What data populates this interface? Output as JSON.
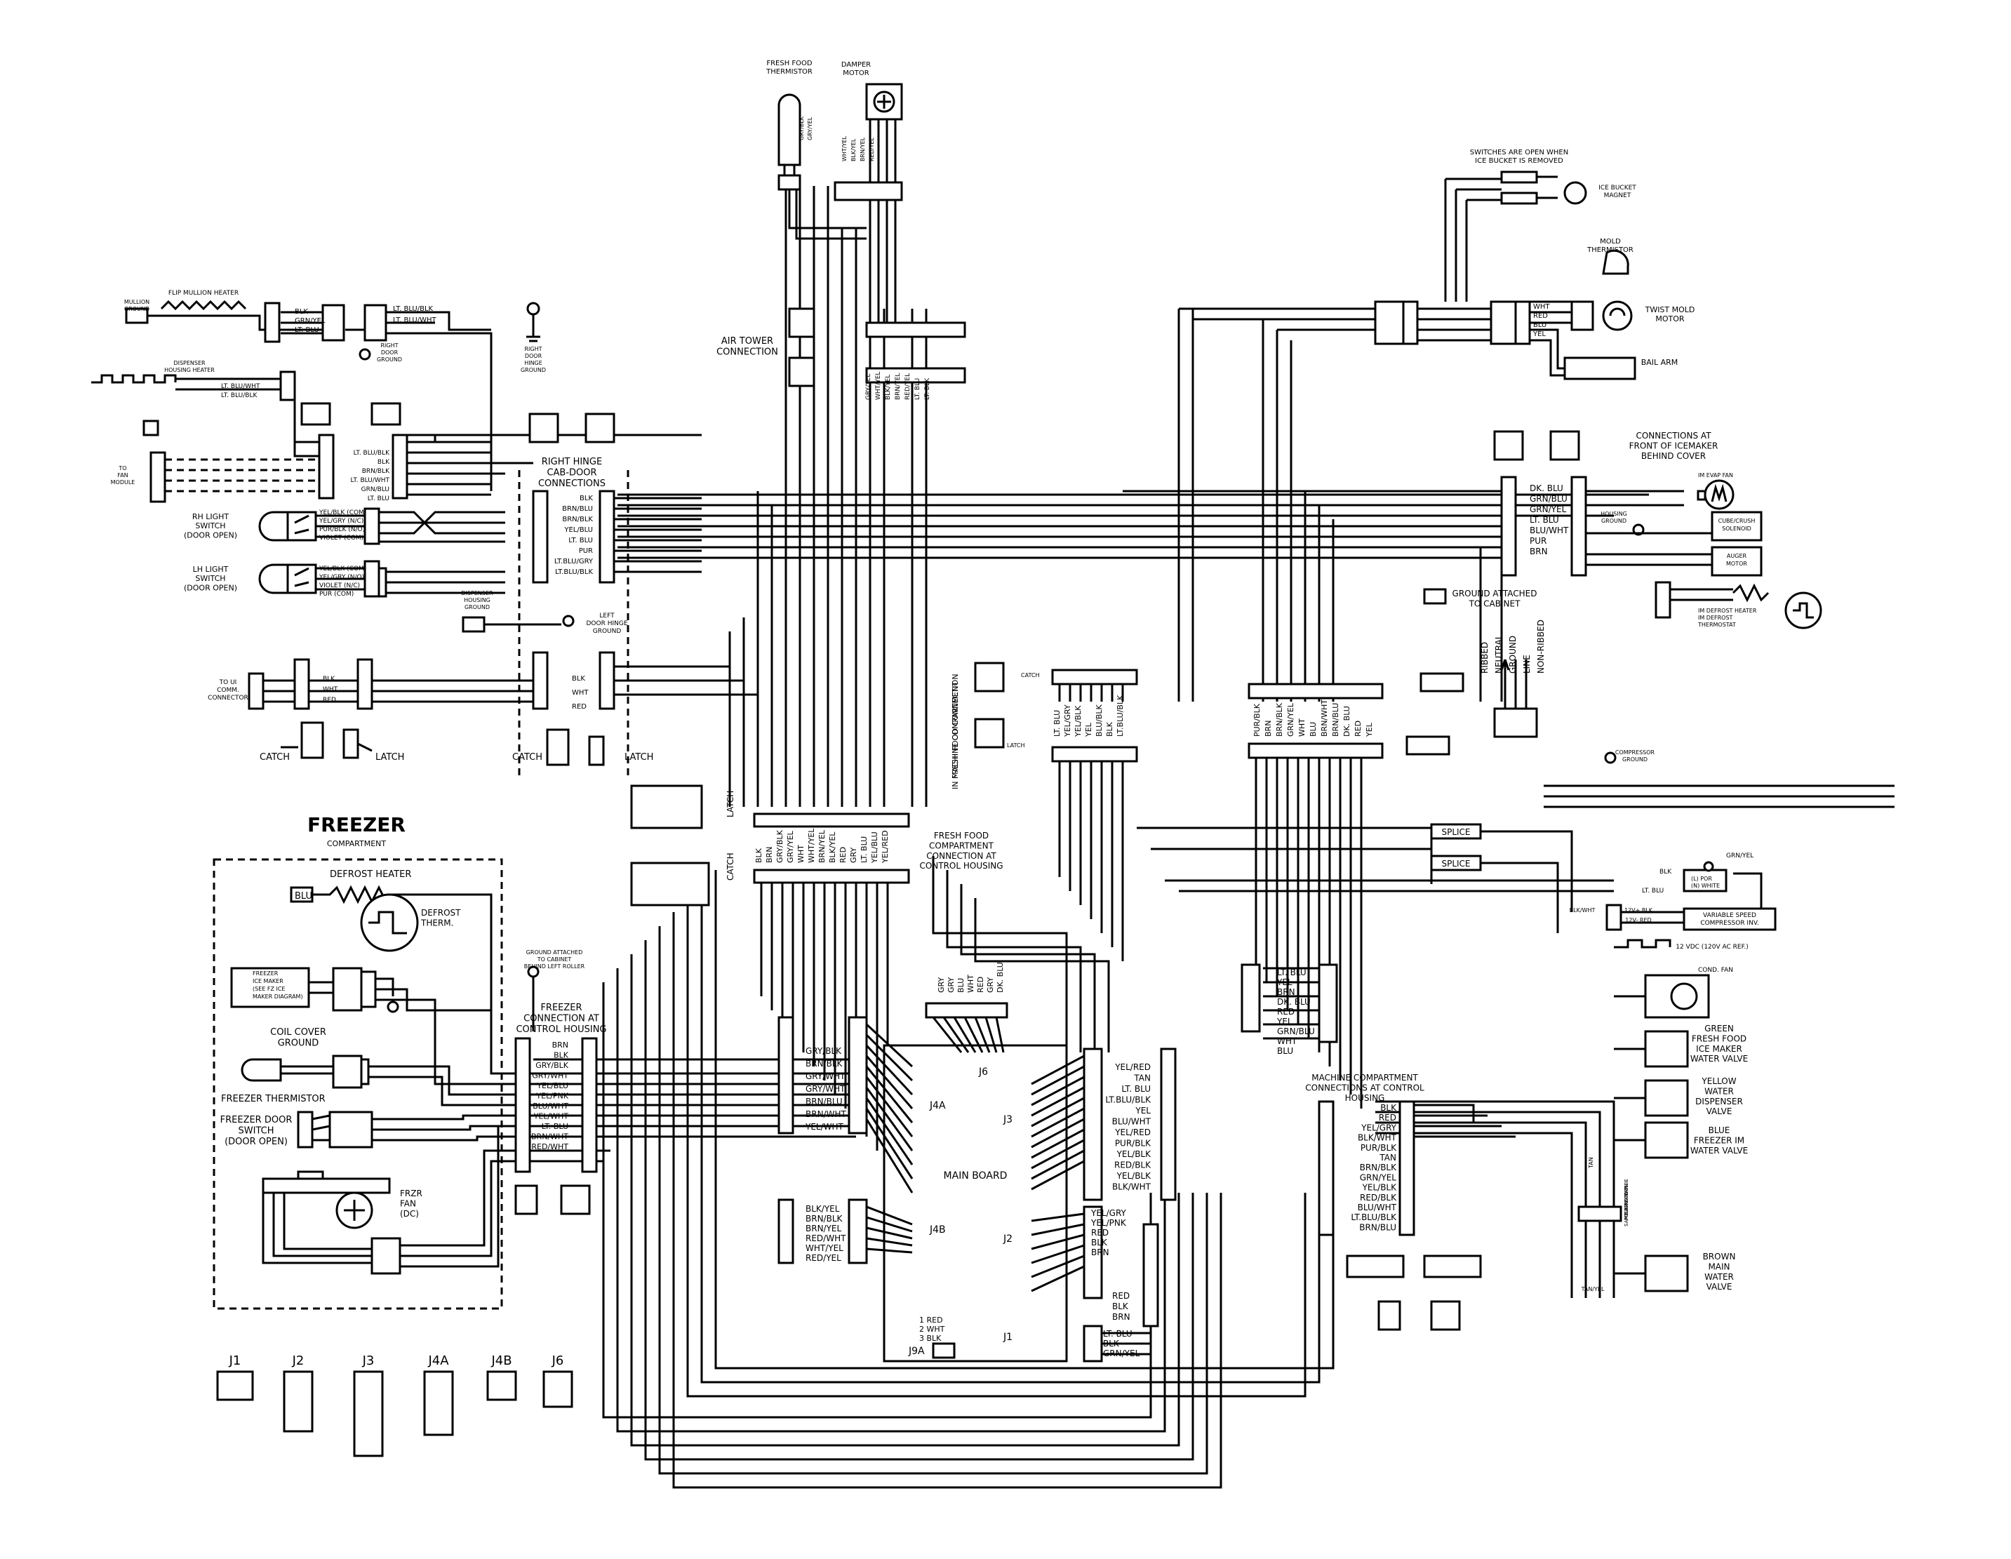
{
  "freezer": {
    "title": "FREEZER",
    "subtitle": "COMPARTMENT",
    "defrost_heater": "DEFROST HEATER",
    "defrost_therm": [
      "DEFROST",
      "THERM."
    ],
    "ice_maker": [
      "FREEZER",
      "ICE MAKER",
      "(SEE FZ ICE",
      "MAKER DIAGRAM)"
    ],
    "coil_ground": [
      "COIL COVER",
      "GROUND"
    ],
    "thermistor": "FREEZER THERMISTOR",
    "door_switch": [
      "FREEZER DOOR",
      "SWITCH",
      "(DOOR OPEN)"
    ],
    "fan": [
      "FRZR",
      "FAN",
      "(DC)"
    ],
    "blu": "BLU"
  },
  "freezer_conn": {
    "title": [
      "FREEZER",
      "CONNECTION AT",
      "CONTROL HOUSING"
    ],
    "wires": [
      "BRN",
      "BLK",
      "GRY/BLK",
      "GRY/WHT",
      "YEL/BLU",
      "YEL/PNK",
      "BLU/WHT",
      "YEL/WHT",
      "LT. BLU",
      "BRN/WHT",
      "RED/WHT"
    ],
    "ground_note": [
      "GROUND ATTACHED",
      "TO CABINET",
      "BEHIND LEFT ROLLER"
    ]
  },
  "main_board": {
    "title": "MAIN BOARD",
    "j4a": [
      "GRY/BLK",
      "BRN/BLK",
      "GRY/WHT",
      "GRY/WHT",
      "BRN/BLU",
      "BRN/WHT",
      "YEL/WHT"
    ],
    "j4b": [
      "BLK/YEL",
      "BRN/BLK",
      "BRN/YEL",
      "RED/WHT",
      "WHT/YEL",
      "RED/YEL"
    ],
    "j3": [
      "YEL/RED",
      "TAN",
      "LT. BLU",
      "LT.BLU/BLK",
      "YEL",
      "BLU/WHT",
      "YEL/RED",
      "PUR/BLK",
      "YEL/BLK",
      "RED/BLK",
      "YEL/BLK",
      "BLK/WHT"
    ],
    "j2": [
      "YEL/GRY",
      "YEL/PNK",
      "RED",
      "BLK",
      "BRN"
    ],
    "j1": [
      "LT. BLU",
      "BLK",
      "GRN/YEL"
    ],
    "j6": [
      "GRY",
      "GRY",
      "BLU",
      "WHT",
      "RED",
      "GRY",
      "DK. BLU"
    ],
    "j9a": [
      "1 RED",
      "2 WHT",
      "3 BLK"
    ],
    "labels": [
      "J4A",
      "J4B",
      "J3",
      "J2",
      "J1",
      "J6",
      "J9A"
    ]
  },
  "connector_keys": [
    "J1",
    "J2",
    "J3",
    "J4A",
    "J4B",
    "J6"
  ],
  "top_left": {
    "mullion": [
      "MULLION",
      "GROUND"
    ],
    "flip_heater": "FLIP MULLION HEATER",
    "heater_wires": [
      "BLK",
      "GRN/YEL",
      "LT. BLU"
    ],
    "hinge_wires": [
      "LT. BLU/BLK",
      "LT. BLU/WHT"
    ],
    "right_door_ground": [
      "RIGHT",
      "DOOR",
      "GROUND"
    ],
    "right_hinge_ground": [
      "RIGHT",
      "DOOR",
      "HINGE",
      "GROUND"
    ],
    "dispenser_heater": [
      "DISPENSER",
      "HOUSING HEATER"
    ],
    "disp_wires": [
      "LT. BLU/WHT",
      "LT. BLU/BLK"
    ],
    "to_fan": [
      "TO",
      "FAN",
      "MODULE"
    ],
    "fan_wires": [
      "LT. BLU/BLK",
      "BLK",
      "BRN/BLK",
      "LT. BLU/WHT",
      "GRN/BLU",
      "LT. BLU"
    ],
    "rh_light": [
      "RH LIGHT",
      "SWITCH",
      "(DOOR OPEN)"
    ],
    "rh_wires": [
      "YEL/BLK (COM)",
      "YEL/GRY (N/C)",
      "PUR/BLK (N/O)",
      "VIOLET (COM)"
    ],
    "lh_light": [
      "LH LIGHT",
      "SWITCH",
      "(DOOR OPEN)"
    ],
    "lh_wires": [
      "YEL/BLK (COM)",
      "YEL/GRY (N/O)",
      "VIOLET (N/C)",
      "PUR (COM)"
    ],
    "dispenser_ground": [
      "DISPENSER",
      "HOUSING",
      "GROUND"
    ],
    "to_ui": [
      "TO UI",
      "COMM.",
      "CONNECTOR"
    ],
    "ui_wires": [
      "BLK",
      "WHT",
      "RED"
    ]
  },
  "hinge": {
    "title": [
      "RIGHT HINGE",
      "CAB-DOOR",
      "CONNECTIONS"
    ],
    "wires": [
      "BLK",
      "BRN/BLU",
      "BRN/BLK",
      "YEL/BLU",
      "LT. BLU",
      "PUR",
      "LT.BLU/GRY",
      "LT.BLU/BLK"
    ],
    "lower_wires": [
      "BLK",
      "WHT",
      "RED"
    ],
    "left_hinge": [
      "LEFT",
      "DOOR HINGE",
      "GROUND"
    ],
    "catch": "CATCH",
    "latch": "LATCH"
  },
  "fresh_food_top": {
    "thermistor": [
      "FRESH FOOD",
      "THERMISTOR"
    ],
    "damper": [
      "DAMPER",
      "MOTOR"
    ],
    "therm_wires": [
      "GRY/BLK",
      "GRY/YEL"
    ],
    "damper_wires": [
      "WHT/YEL",
      "BLK/YEL",
      "BRN/YEL",
      "RED/YEL"
    ],
    "air_tower": [
      "AIR TOWER",
      "CONNECTION"
    ],
    "air_wires": [
      "GRY/YEL",
      "WHT/YEL",
      "BLK/YEL",
      "BRN/YEL",
      "RED/YEL",
      "LT. BLU",
      "LT. BLK"
    ]
  },
  "ff_compartment": {
    "title": [
      "FRESH FOOD",
      "COMPARTMENT",
      "CONNECTION AT",
      "CONTROL HOUSING"
    ],
    "wires": [
      "BLK",
      "BRN",
      "GRY/BLK",
      "GRY/YEL",
      "WHT",
      "WHT/YEL",
      "BRN/YEL",
      "BLK/YEL",
      "RED",
      "GRY",
      "LT. BLU",
      "YEL/BLU",
      "YEL/RED"
    ],
    "catch": "CATCH",
    "latch": "LATCH"
  },
  "ff_machine": {
    "title": [
      "FRESH FOOD CONNECTION",
      "IN MACHINE COMPARTMENT"
    ],
    "wires": [
      "LT. BLU",
      "YEL/GRY",
      "YEL/BLK",
      "YEL",
      "BLU/BLK",
      "BLK",
      "LT.BLU/BLK"
    ],
    "catch": "CATCH",
    "latch": "LATCH"
  },
  "icemaker_conn": {
    "wires": [
      "PUR/BLK",
      "BRN",
      "BRN/BLK",
      "GRN/YEL",
      "WHT",
      "BLU",
      "BRN/WHT",
      "BRN/BLU",
      "DK. BLU",
      "RED",
      "YEL"
    ]
  },
  "icemaker_top": {
    "switch_note": [
      "SWITCHES ARE OPEN WHEN",
      "ICE BUCKET IS REMOVED"
    ],
    "magnet": [
      "ICE BUCKET",
      "MAGNET"
    ],
    "mold": [
      "MOLD",
      "THERMISTOR"
    ],
    "twist": [
      "TWIST MOLD",
      "MOTOR"
    ],
    "bail": "BAIL ARM",
    "wires": [
      "WHT",
      "RED",
      "BLU",
      "YEL"
    ]
  },
  "icemaker_front": {
    "title": [
      "CONNECTIONS AT",
      "FRONT OF ICEMAKER",
      "BEHIND COVER"
    ],
    "wires": [
      "DK. BLU",
      "GRN/BLU",
      "GRN/YEL",
      "LT. BLU",
      "BLU/WHT",
      "PUR",
      "BRN"
    ],
    "evap_fan": "IM EVAP FAN",
    "housing_ground": [
      "HOUSING",
      "GROUND"
    ],
    "cube": [
      "CUBE/CRUSH",
      "SOLENOID"
    ],
    "auger": [
      "AUGER",
      "MOTOR"
    ],
    "ground_note": [
      "GROUND ATTACHED",
      "TO CABINET"
    ],
    "defrost": [
      "IM DEFROST HEATER",
      "IM DEFROST",
      "THERMOSTAT"
    ]
  },
  "power": {
    "labels": [
      "RIBBED",
      "NEUTRAL",
      "GROUND",
      "LINE",
      "NON-RIBBED"
    ],
    "compressor_ground": [
      "COMPRESSOR",
      "GROUND"
    ],
    "splice": "SPLICE",
    "grn_yel": "GRN/YEL",
    "ol_por": [
      "(L) POR",
      "(N) WHITE"
    ],
    "blk": "BLK",
    "lt_blu": "LT. BLU",
    "vsc": [
      "VARIABLE SPEED",
      "COMPRESSOR INV."
    ],
    "vdc": "12 VDC (120V AC REF.)",
    "blk_wht": "BLK/WHT",
    "v12": [
      "12V+ BLK",
      "12V- RED"
    ]
  },
  "machine_conn": {
    "title": [
      "MACHINE COMPARTMENT",
      "CONNECTIONS AT CONTROL",
      "HOUSING"
    ],
    "wires": [
      "BLK",
      "RED",
      "YEL/GRY",
      "BLK/WHT",
      "PUR/BLK",
      "TAN",
      "BRN/BLK",
      "GRN/YEL",
      "YEL/BLK",
      "RED/BLK",
      "BLU/WHT",
      "LT.BLU/BLK",
      "BRN/BLU"
    ],
    "mid_wires": [
      "LT. BLU",
      "YEL",
      "BRN",
      "DK. BLU",
      "RED",
      "YEL",
      "GRN/BLU",
      "WHT",
      "BLU"
    ]
  },
  "valves": {
    "cond_fan": "COND. FAN",
    "green": [
      "GREEN",
      "FRESH FOOD",
      "ICE MAKER",
      "WATER VALVE"
    ],
    "yellow": [
      "YELLOW",
      "WATER",
      "DISPENSER",
      "VALVE"
    ],
    "blue": [
      "BLUE",
      "FREEZER IM",
      "WATER VALVE"
    ],
    "brown": [
      "BROWN",
      "MAIN",
      "WATER",
      "VALVE"
    ],
    "note": [
      "SIGNS MAY BE",
      "POLARIZED IN",
      "SAME DIRECTION"
    ],
    "tan_yel": "TAN/YEL",
    "tan": "TAN"
  }
}
